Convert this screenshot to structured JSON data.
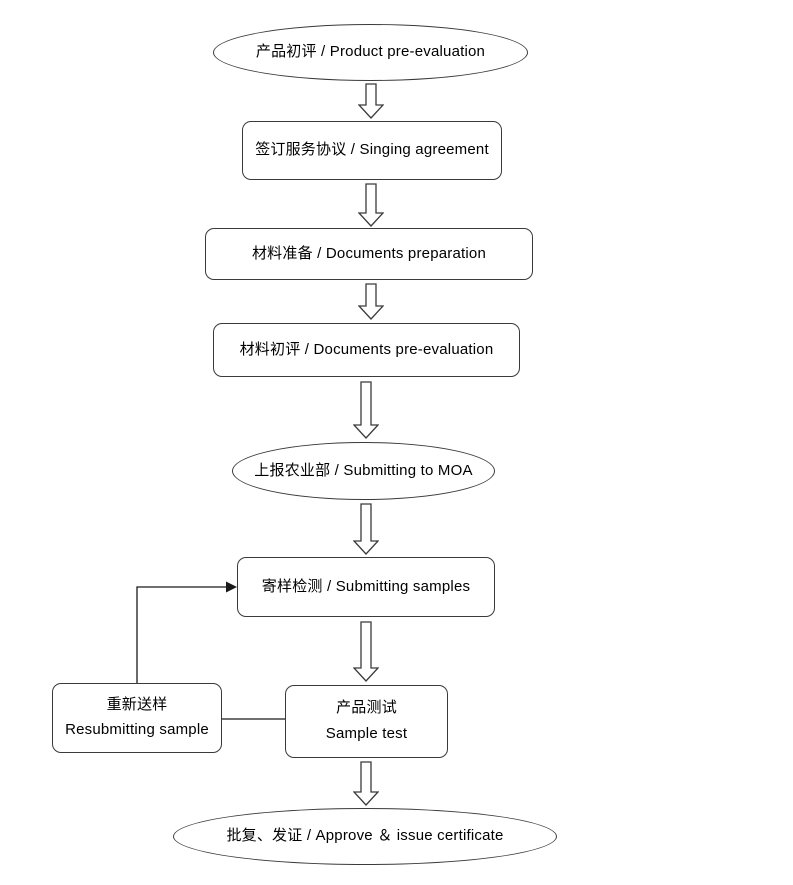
{
  "colors": {
    "background": "#ffffff",
    "shape_fill": "#ffffff",
    "shape_border": "#3a3a3a",
    "text": "#000000",
    "connector": "#1a1a1a"
  },
  "flowchart": {
    "type": "flowchart",
    "nodes": {
      "product_pre_evaluation": {
        "shape": "oval",
        "label": "产品初评 / Product pre-evaluation"
      },
      "signing_agreement": {
        "shape": "rounded-rect",
        "label": "签订服务协议 / Singing agreement"
      },
      "documents_preparation": {
        "shape": "rounded-rect",
        "label": "材料准备 / Documents preparation"
      },
      "documents_pre_evaluation": {
        "shape": "rounded-rect",
        "label": "材料初评 / Documents pre-evaluation"
      },
      "submitting_to_moa": {
        "shape": "oval",
        "label": "上报农业部 / Submitting to MOA"
      },
      "submitting_samples": {
        "shape": "rounded-rect",
        "label": "寄样检测 / Submitting samples"
      },
      "sample_test": {
        "shape": "rounded-rect",
        "label_zh": "产品测试",
        "label_en": "Sample test"
      },
      "resubmitting_sample": {
        "shape": "rounded-rect",
        "label_zh": "重新送样",
        "label_en": "Resubmitting sample"
      },
      "approve_issue_certificate": {
        "shape": "oval",
        "label": "批复、发证 / Approve ＆ issue certificate"
      }
    },
    "edges": [
      {
        "from": "product_pre_evaluation",
        "to": "signing_agreement",
        "style": "hollow-block-arrow-down"
      },
      {
        "from": "signing_agreement",
        "to": "documents_preparation",
        "style": "hollow-block-arrow-down"
      },
      {
        "from": "documents_preparation",
        "to": "documents_pre_evaluation",
        "style": "hollow-block-arrow-down"
      },
      {
        "from": "documents_pre_evaluation",
        "to": "submitting_to_moa",
        "style": "hollow-block-arrow-down"
      },
      {
        "from": "submitting_to_moa",
        "to": "submitting_samples",
        "style": "hollow-block-arrow-down"
      },
      {
        "from": "submitting_samples",
        "to": "sample_test",
        "style": "hollow-block-arrow-down"
      },
      {
        "from": "sample_test",
        "to": "resubmitting_sample",
        "style": "plain-line"
      },
      {
        "from": "resubmitting_sample",
        "to": "submitting_samples",
        "style": "thin-arrow-up-right"
      },
      {
        "from": "sample_test",
        "to": "approve_issue_certificate",
        "style": "hollow-block-arrow-down"
      }
    ]
  }
}
